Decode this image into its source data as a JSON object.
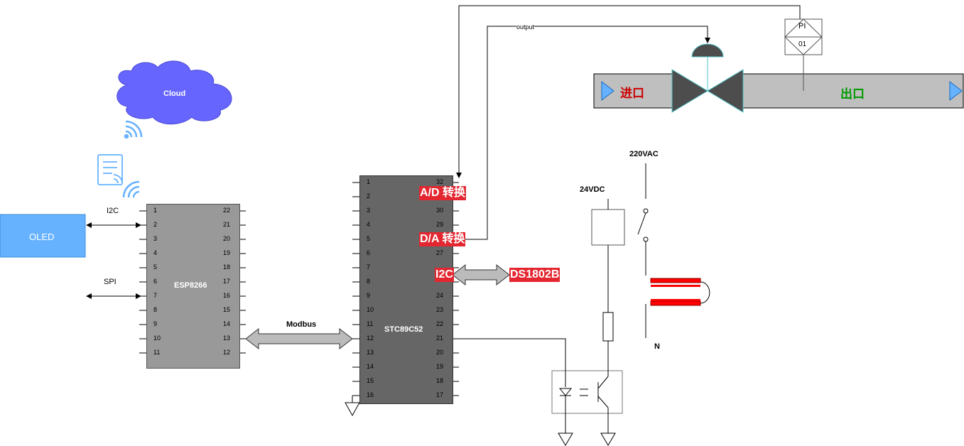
{
  "cloud": {
    "label": "Cloud"
  },
  "oled": {
    "label": "OLED"
  },
  "esp": {
    "label": "ESP8266",
    "left_pins": [
      "1",
      "2",
      "3",
      "4",
      "5",
      "6",
      "7",
      "8",
      "9",
      "10",
      "11"
    ],
    "right_pins": [
      "22",
      "21",
      "20",
      "19",
      "18",
      "17",
      "16",
      "15",
      "14",
      "13",
      "12"
    ]
  },
  "stc": {
    "label": "STC89C52",
    "left_pins": [
      "1",
      "2",
      "3",
      "4",
      "5",
      "6",
      "7",
      "8",
      "9",
      "10",
      "11",
      "12",
      "13",
      "14",
      "15",
      "16"
    ],
    "right_pins": [
      "32",
      "",
      "30",
      "29",
      "",
      "27",
      "",
      "",
      "24",
      "23",
      "22",
      "21",
      "20",
      "19",
      "18",
      "17"
    ]
  },
  "links": {
    "i2c_left": "I2C",
    "spi": "SPI",
    "modbus": "Modbus",
    "output": "output"
  },
  "tags": {
    "ad": "A/D 转换",
    "da": "D/A 转换",
    "i2c": "I2C",
    "ds": "DS1802B"
  },
  "pipe": {
    "inlet": "进口",
    "outlet": "出口",
    "inlet_color": "#cc0000",
    "outlet_color": "#009900"
  },
  "pi": {
    "top": "PI",
    "bottom": "01"
  },
  "power": {
    "dc": "24VDC",
    "ac": "220VAC",
    "neutral": "N"
  },
  "colors": {
    "accent_blue": "#66b2ff",
    "cloud": "#6666ff",
    "tag_red": "#e3262f"
  }
}
